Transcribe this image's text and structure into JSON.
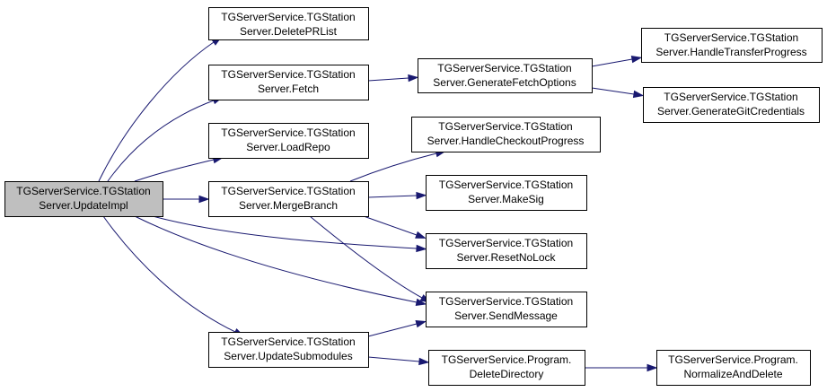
{
  "diagram": {
    "nodes": [
      {
        "id": "update_impl",
        "line1": "TGServerService.TGStation",
        "line2": "Server.UpdateImpl",
        "highlighted": true
      },
      {
        "id": "delete_pr_list",
        "line1": "TGServerService.TGStation",
        "line2": "Server.DeletePRList"
      },
      {
        "id": "fetch",
        "line1": "TGServerService.TGStation",
        "line2": "Server.Fetch"
      },
      {
        "id": "load_repo",
        "line1": "TGServerService.TGStation",
        "line2": "Server.LoadRepo"
      },
      {
        "id": "merge_branch",
        "line1": "TGServerService.TGStation",
        "line2": "Server.MergeBranch"
      },
      {
        "id": "update_submodules",
        "line1": "TGServerService.TGStation",
        "line2": "Server.UpdateSubmodules"
      },
      {
        "id": "generate_fetch_options",
        "line1": "TGServerService.TGStation",
        "line2": "Server.GenerateFetchOptions"
      },
      {
        "id": "handle_checkout_progress",
        "line1": "TGServerService.TGStation",
        "line2": "Server.HandleCheckoutProgress"
      },
      {
        "id": "make_sig",
        "line1": "TGServerService.TGStation",
        "line2": "Server.MakeSig"
      },
      {
        "id": "reset_no_lock",
        "line1": "TGServerService.TGStation",
        "line2": "Server.ResetNoLock"
      },
      {
        "id": "send_message",
        "line1": "TGServerService.TGStation",
        "line2": "Server.SendMessage"
      },
      {
        "id": "delete_directory",
        "line1": "TGServerService.Program.",
        "line2": "DeleteDirectory"
      },
      {
        "id": "handle_transfer_progress",
        "line1": "TGServerService.TGStation",
        "line2": "Server.HandleTransferProgress"
      },
      {
        "id": "generate_git_credentials",
        "line1": "TGServerService.TGStation",
        "line2": "Server.GenerateGitCredentials"
      },
      {
        "id": "normalize_and_delete",
        "line1": "TGServerService.Program.",
        "line2": "NormalizeAndDelete"
      }
    ],
    "edges": [
      {
        "from": "update_impl",
        "to": "delete_pr_list"
      },
      {
        "from": "update_impl",
        "to": "fetch"
      },
      {
        "from": "update_impl",
        "to": "load_repo"
      },
      {
        "from": "update_impl",
        "to": "merge_branch"
      },
      {
        "from": "update_impl",
        "to": "reset_no_lock"
      },
      {
        "from": "update_impl",
        "to": "send_message"
      },
      {
        "from": "update_impl",
        "to": "update_submodules"
      },
      {
        "from": "fetch",
        "to": "generate_fetch_options"
      },
      {
        "from": "generate_fetch_options",
        "to": "handle_transfer_progress"
      },
      {
        "from": "generate_fetch_options",
        "to": "generate_git_credentials"
      },
      {
        "from": "merge_branch",
        "to": "handle_checkout_progress"
      },
      {
        "from": "merge_branch",
        "to": "make_sig"
      },
      {
        "from": "merge_branch",
        "to": "reset_no_lock"
      },
      {
        "from": "merge_branch",
        "to": "send_message"
      },
      {
        "from": "update_submodules",
        "to": "send_message"
      },
      {
        "from": "update_submodules",
        "to": "delete_directory"
      },
      {
        "from": "delete_directory",
        "to": "normalize_and_delete"
      }
    ],
    "colors": {
      "edge": "#191970",
      "node_fill": "#ffffff",
      "root_fill": "#bfbfbf",
      "border": "#000000"
    }
  }
}
